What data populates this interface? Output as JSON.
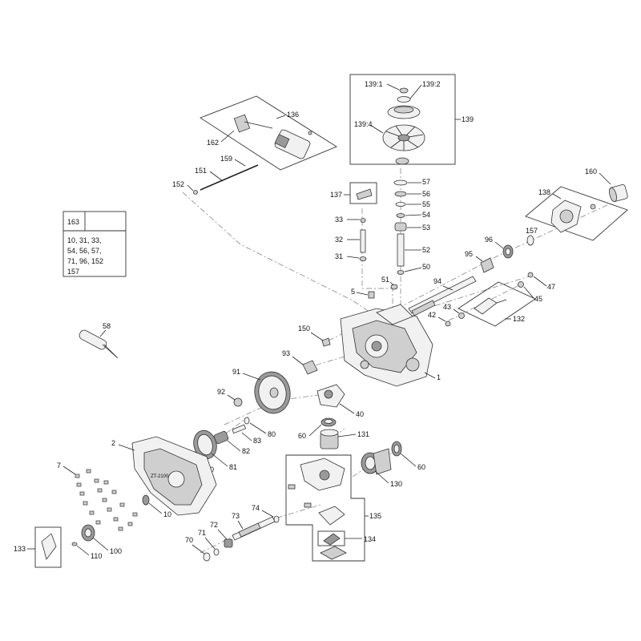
{
  "callouts": {
    "c1": "1",
    "c2": "2",
    "c5": "5",
    "c7": "7",
    "c10": "10",
    "c31": "31",
    "c32": "32",
    "c33": "33",
    "c40": "40",
    "c42": "42",
    "c43": "43",
    "c45": "45",
    "c47": "47",
    "c50": "50",
    "c51": "51",
    "c52": "52",
    "c53": "53",
    "c54": "54",
    "c55": "55",
    "c56": "56",
    "c57": "57",
    "c58": "58",
    "c60a": "60",
    "c60b": "60",
    "c70": "70",
    "c71": "71",
    "c72": "72",
    "c73": "73",
    "c74": "74",
    "c80a": "80",
    "c80b": "80",
    "c81": "81",
    "c82": "82",
    "c83": "83",
    "c91": "91",
    "c92": "92",
    "c93": "93",
    "c94": "94",
    "c95": "95",
    "c96": "96",
    "c100": "100",
    "c110": "110",
    "c130": "130",
    "c131": "131",
    "c132": "132",
    "c133": "133",
    "c134": "134",
    "c135": "135",
    "c136": "136",
    "c137": "137",
    "c138": "138",
    "c139": "139",
    "c139_1": "139:1",
    "c139_2": "139:2",
    "c139_4": "139:4",
    "c150": "150",
    "c151": "151",
    "c152": "152",
    "c157": "157",
    "c159": "159",
    "c160": "160",
    "c162": "162",
    "casting_text": "ZT-2100"
  },
  "kit": {
    "number": "163",
    "line1": "10,   31,   33,",
    "line2": "54,   56,   57,",
    "line3": "71,   96,   152",
    "line4": "157"
  }
}
